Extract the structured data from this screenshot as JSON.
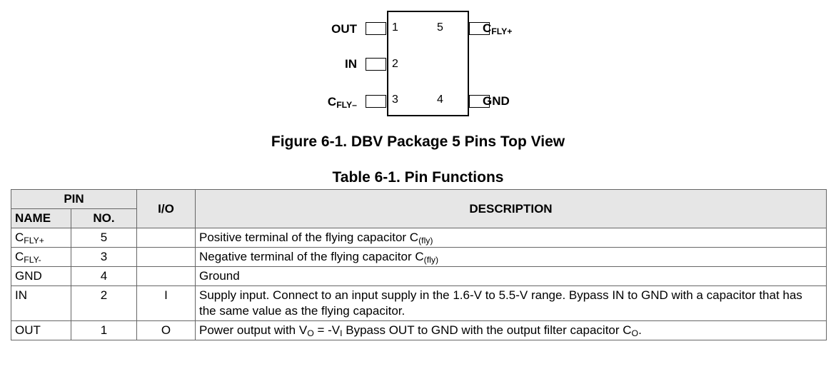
{
  "diagram": {
    "pins": [
      {
        "number": "1",
        "label": "OUT",
        "label_sub": ""
      },
      {
        "number": "2",
        "label": "IN",
        "label_sub": ""
      },
      {
        "number": "3",
        "label": "C",
        "label_sub": "FLY–"
      },
      {
        "number": "4",
        "label": "GND",
        "label_sub": ""
      },
      {
        "number": "5",
        "label": "C",
        "label_sub": "FLY+"
      }
    ],
    "figure_caption": "Figure 6-1. DBV Package 5 Pins Top View"
  },
  "table": {
    "caption": "Table 6-1. Pin Functions",
    "headers": {
      "pin": "PIN",
      "name": "NAME",
      "no": "NO.",
      "io": "I/O",
      "description": "DESCRIPTION"
    },
    "rows": [
      {
        "name": "C",
        "name_sub": "FLY+",
        "no": "5",
        "io": "",
        "desc": [
          {
            "t": "Positive terminal of the flying capacitor C"
          },
          {
            "t": "(fly)",
            "sub": true
          }
        ]
      },
      {
        "name": "C",
        "name_sub": "FLY-",
        "no": "3",
        "io": "",
        "desc": [
          {
            "t": "Negative terminal of the flying capacitor C"
          },
          {
            "t": "(fly)",
            "sub": true
          }
        ]
      },
      {
        "name": "GND",
        "name_sub": "",
        "no": "4",
        "io": "",
        "desc": [
          {
            "t": "Ground"
          }
        ]
      },
      {
        "name": "IN",
        "name_sub": "",
        "no": "2",
        "io": "I",
        "desc": [
          {
            "t": "Supply input. Connect to an input supply in the 1.6-V to 5.5-V range. Bypass IN to GND with a capacitor that has the same value as the flying capacitor."
          }
        ]
      },
      {
        "name": "OUT",
        "name_sub": "",
        "no": "1",
        "io": "O",
        "desc": [
          {
            "t": "Power output with V"
          },
          {
            "t": "O",
            "sub": true
          },
          {
            "t": " = -V"
          },
          {
            "t": "I",
            "sub": true
          },
          {
            "t": " Bypass OUT to GND with the output filter capacitor C"
          },
          {
            "t": "O",
            "sub": true
          },
          {
            "t": "."
          }
        ]
      }
    ]
  }
}
